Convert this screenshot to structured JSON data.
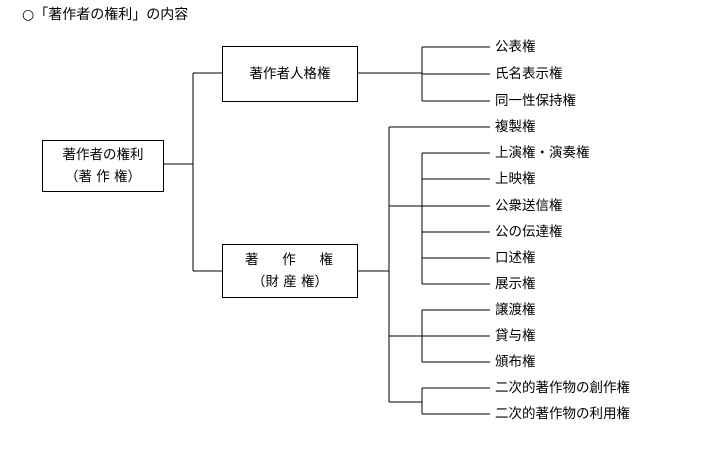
{
  "title": "○「著作者の権利」の内容",
  "root": {
    "line1": "著作者の権利",
    "line2": "（著 作 権）"
  },
  "moral": {
    "label": "著作者人格権",
    "rights": [
      "公表権",
      "氏名表示権",
      "同一性保持権"
    ]
  },
  "property": {
    "line1": "著　 作　 権",
    "line2": "（財 産 権）",
    "rights": [
      "複製権",
      "上演権・演奏権",
      "上映権",
      "公衆送信権",
      "公の伝達権",
      "口述権",
      "展示権",
      "譲渡権",
      "貸与権",
      "頒布権",
      "二次的著作物の創作権",
      "二次的著作物の利用権"
    ]
  }
}
